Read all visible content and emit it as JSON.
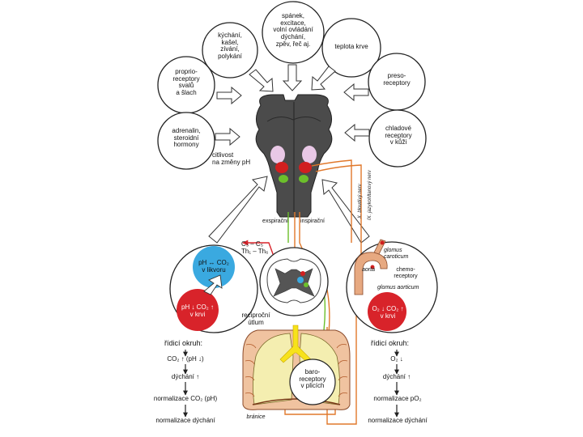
{
  "stimuli": {
    "top_center": "spánek,\nexcitace,\nvolní ovládání\ndýchání,\nzpěv, řeč aj.",
    "cough": "kýchání,\nkašel,\nzívání,\npolykání",
    "temperature": "teplota krve",
    "proprio": "proprio-\nreceptory\nsvalů\na šlach",
    "presso": "preso-\nreceptory",
    "adrenalin": "adrenalin,\nsteroidní\nhormony",
    "cold": "chladové\nreceptory\nv kůži"
  },
  "brain": {
    "ph_sensitivity": "citlivost\nna změny pH",
    "expiration": "exspirační",
    "inspiration": "inspirační"
  },
  "nerves": {
    "vagus": "X. bloudivý nerv",
    "glossopharyngeus": "IX. jazykohltanový nerv"
  },
  "spinal": {
    "segments": "C₃ – C₅\nTh₁ – Th₆",
    "reciprocal": "reciproční\nútlum"
  },
  "left_circuit": {
    "csf_state": "pH ↔ CO₂\nv likvoru",
    "blood_state": "pH ↓ CO₂ ↑\nv krvi",
    "title": "řídicí okruh:",
    "steps": [
      "CO₂ ↑ (pH ↓)",
      "dýchání ↑",
      "normalizace CO₂ (pH)",
      "normalizace dýchání"
    ]
  },
  "right_circuit": {
    "glomus_caroticum": "glomus\ncaroticum",
    "chemoreceptory": "chemo-\nreceptory",
    "aorta": "aorta",
    "glomus_aorticum": "glomus aorticum",
    "blood_state": "O₂ ↓ CO₂ ↑\nv krvi",
    "title": "řídicí okruh:",
    "steps": [
      "O₂ ↓",
      "dýchání ↑",
      "normalizace pO₂",
      "normalizace dýchání"
    ]
  },
  "lungs": {
    "baroreceptors": "baro-\nreceptory\nv plicích",
    "diaphragm": "bránice"
  },
  "colors": {
    "brainstem": "#4b4b4b",
    "pink_nucleus": "#e9c8e6",
    "red_nucleus": "#d11f1f",
    "green_nucleus": "#6cbf2b",
    "csf_blue": "#3aa9e0",
    "blood_red": "#d8232a",
    "nerve_orange": "#e0782b",
    "lung_fill": "#f4eeb0",
    "rib_fill": "#f0c3a0",
    "airway_yellow": "#f7e21a"
  }
}
